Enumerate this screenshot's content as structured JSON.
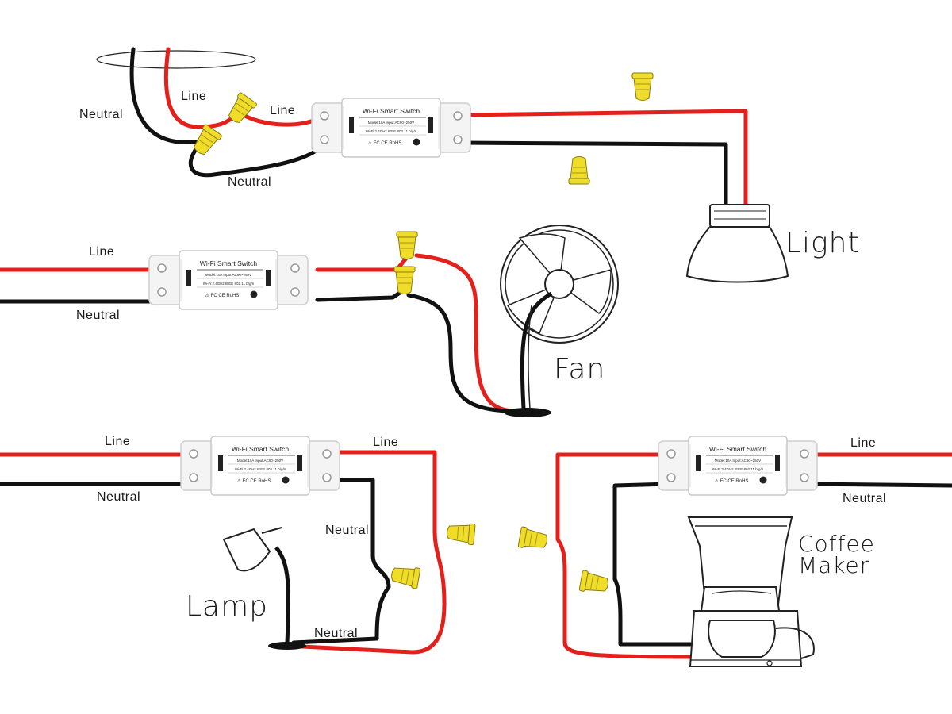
{
  "switch": {
    "title": "Wi-Fi Smart Switch",
    "rating": "Model:10A  Input:AC90~250V",
    "freq": "Wi-Fi:2.4GHz IEEE 802.11 b/g/n",
    "certs": "⚠ FC CE RoHS"
  },
  "labels": {
    "line": "Line",
    "neutral": "Neutral"
  },
  "appliances": {
    "light": "Light",
    "fan": "Fan",
    "lamp": "Lamp",
    "coffee_line1": "Coffee",
    "coffee_line2": "Maker"
  },
  "colors": {
    "line_wire": "#e3201b",
    "neutral_wire": "#111111",
    "wire_nut": "#f0dd2a"
  }
}
